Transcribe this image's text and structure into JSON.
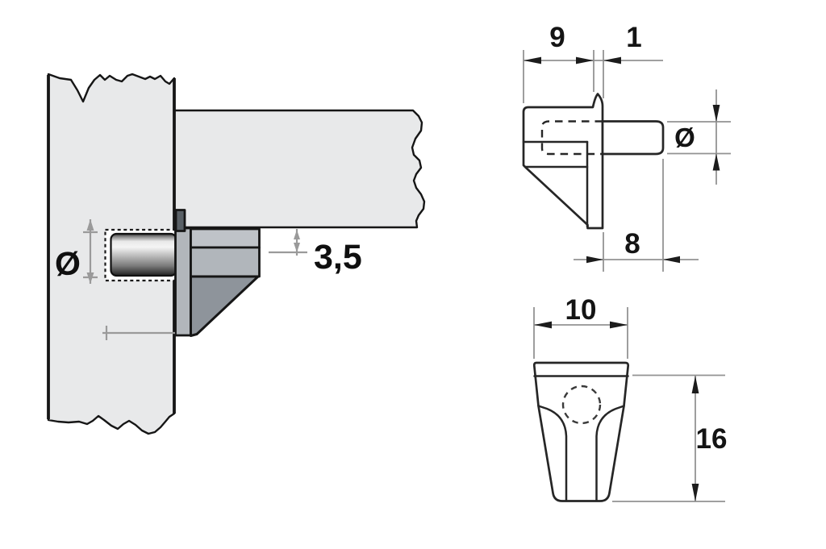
{
  "drawing": {
    "type": "technical-drawing",
    "subject": "shelf-support-pin-with-bracket",
    "views": {
      "installed": {
        "name": "installed-section-view",
        "labels": {
          "hole_diameter_symbol": "Ø",
          "offset_value": "3,5"
        }
      },
      "side": {
        "name": "side-profile-view",
        "labels": {
          "body_width": "9",
          "plate_thickness": "1",
          "pin_diameter_symbol": "Ø",
          "pin_length": "8"
        }
      },
      "front": {
        "name": "front-view",
        "labels": {
          "overall_width": "10",
          "overall_height": "16"
        }
      }
    },
    "colors": {
      "background": "#ffffff",
      "outline": "#161616",
      "wood_fill": "#e8e9ea",
      "bracket_flange": "#bfc3c8",
      "bracket_body": "#b1b6bb",
      "bracket_plate": "#b2b6bb",
      "bracket_gusset": "#8e949b",
      "bracket_lip": "#596066",
      "dimension_gray": "#9a9a9a",
      "arrow_black": "#1c1c1c",
      "pin_highlight": "#f4f4f4",
      "pin_dark": "#202020"
    }
  }
}
